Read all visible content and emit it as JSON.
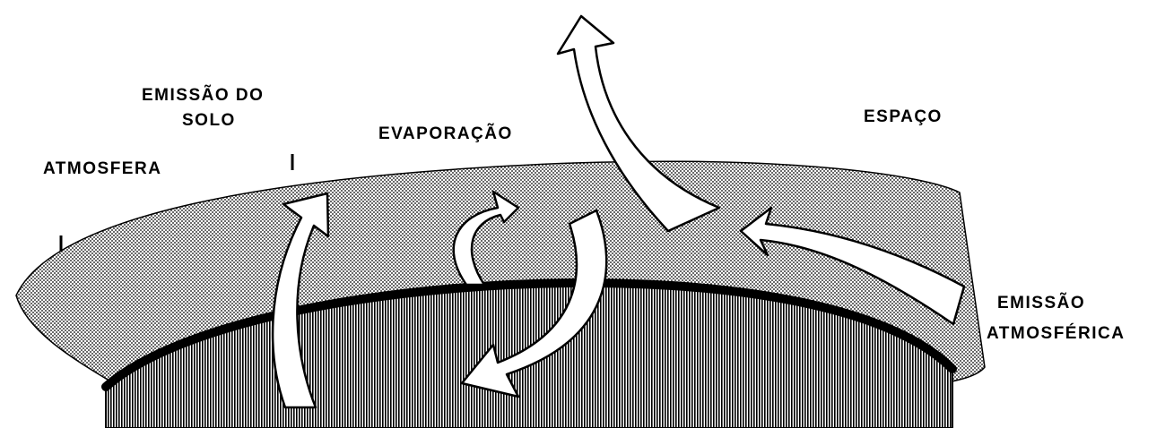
{
  "labels": {
    "emissao_solo_line1": "EMISSÃO DO",
    "emissao_solo_line2": "SOLO",
    "evaporacao": "EVAPORAÇÃO",
    "espaco": "ESPAÇO",
    "atmosfera": "ATMOSFERA",
    "emissao_atm_line1": "EMISSÃO",
    "emissao_atm_line2": "ATMOSFÉRICA"
  },
  "colors": {
    "ink": "#000000",
    "paper": "#ffffff"
  }
}
